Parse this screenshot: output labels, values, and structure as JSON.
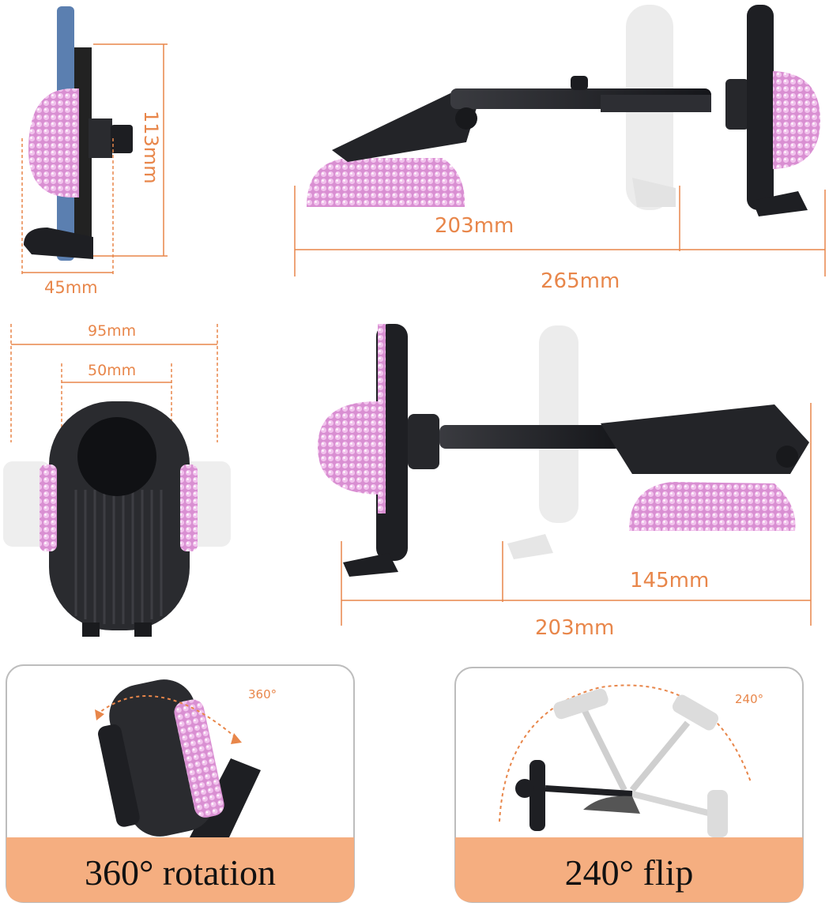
{
  "dimensions": {
    "side_height": "113mm",
    "side_depth": "45mm",
    "extended_inner": "203mm",
    "extended_total": "265mm",
    "front_max_width": "95mm",
    "front_min_width": "50mm",
    "retracted_inner": "145mm",
    "retracted_total": "203mm"
  },
  "panels": {
    "rotation": {
      "angle_label": "360°",
      "caption": "360° rotation"
    },
    "flip": {
      "angle_label": "240°",
      "caption": "240° flip"
    }
  },
  "colors": {
    "accent": "#e8864a",
    "pink_crystal": "#e7a4e0",
    "holder_black": "#1e1f23",
    "panel_band": "#f5ae80",
    "ghost_gray": "#e8e8e8"
  }
}
